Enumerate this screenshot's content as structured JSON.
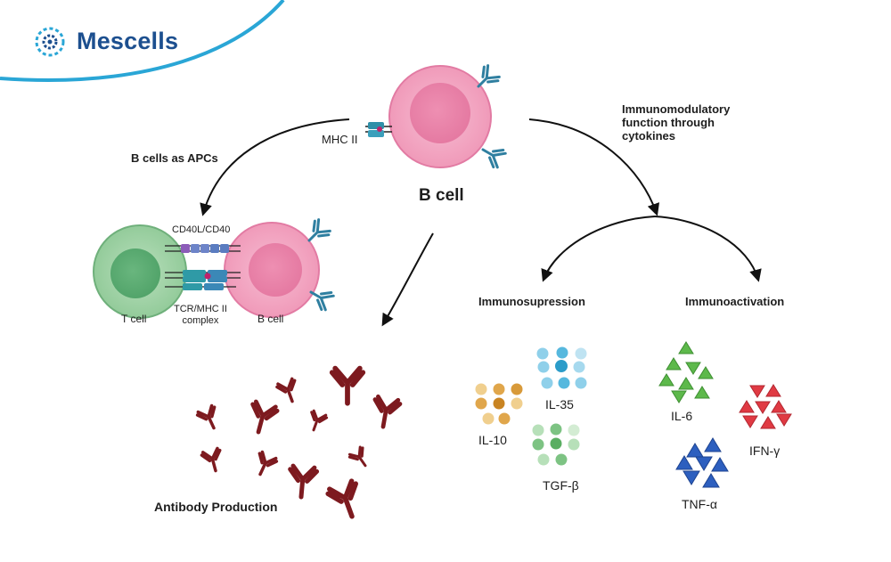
{
  "brand": {
    "name": "Mescells",
    "logo_icon": "mescells-logo-icon"
  },
  "colors": {
    "brand_blue": "#1c4f8f",
    "swoosh": "#2aa6d6",
    "bcell_pink": "#f2a7c3",
    "tcell_green": "#9fd3a7",
    "antibody": "#7d1a1f",
    "il35": "#56b8de",
    "il10": "#e0a64b",
    "tgfb": "#7dc383",
    "il6": "#5db94b",
    "ifng": "#e03a43",
    "tnfa": "#2d5fbf"
  },
  "labels": {
    "b_cell_main": "B cell",
    "mhc_ii": "MHC II",
    "b_cells_as_apcs": "B cells as APCs",
    "immunomodulatory": [
      "Immunomodulatory",
      "function through",
      "cytokines"
    ],
    "cd40l_cd40": "CD40L/CD40",
    "t_cell": "T cell",
    "tcr_mhc": [
      "TCR/MHC II",
      "complex"
    ],
    "b_cell_small": "B cell",
    "antibody_production": "Antibody Production",
    "immunosuppression": "Immunosupression",
    "immunoactivation": "Immunoactivation",
    "il35": "IL-35",
    "il10": "IL-10",
    "tgfb": "TGF-β",
    "il6": "IL-6",
    "ifng": "IFN-γ",
    "tnfa": "TNF-α"
  }
}
